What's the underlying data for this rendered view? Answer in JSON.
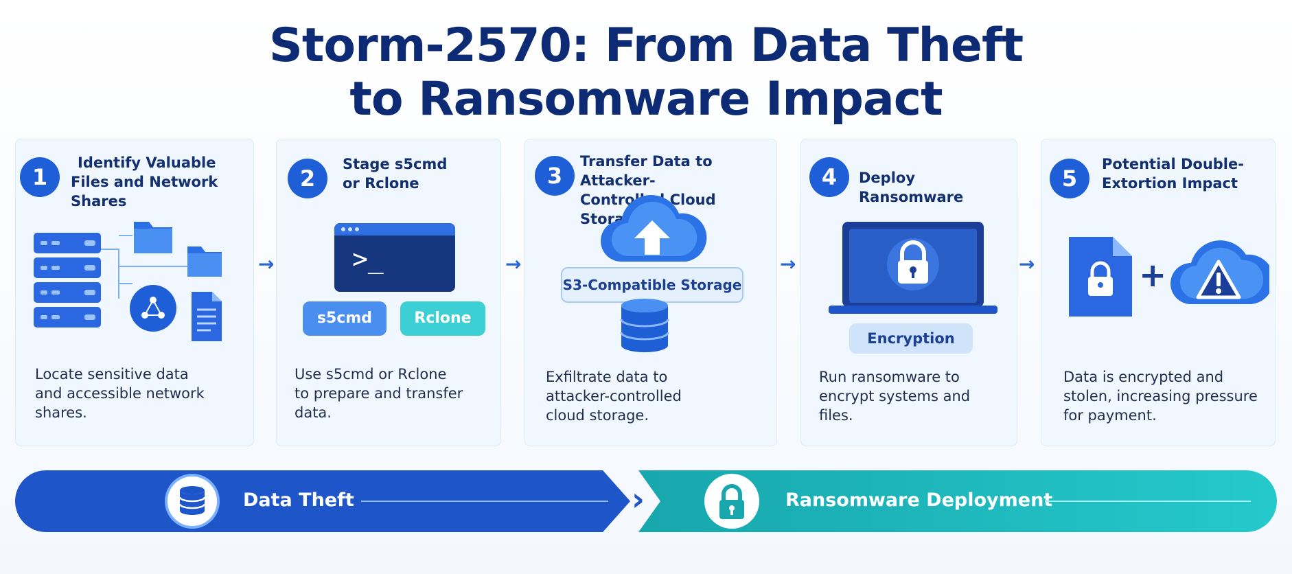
{
  "title": {
    "line1": "Storm-2570: From Data Theft",
    "line2": "to Ransomware Impact"
  },
  "steps": [
    {
      "number": "1",
      "title_line1": "Identify Valuable",
      "title_line2": "Files and Network Shares",
      "desc_line1": "Locate sensitive data",
      "desc_line2": "and accessible network",
      "desc_line3": "shares.",
      "icons": [
        "server-rack-icon",
        "folder-icon",
        "network-node-icon",
        "document-icon"
      ]
    },
    {
      "number": "2",
      "title_line1": "Stage s5cmd",
      "title_line2": "or Rclone",
      "terminal_prompt": ">_",
      "tool1": "s5cmd",
      "tool2": "Rclone",
      "desc_line1": "Use s5cmd or Rclone",
      "desc_line2": "to prepare and transfer",
      "desc_line3": "data."
    },
    {
      "number": "3",
      "title_line1": "Transfer Data to Attacker-",
      "title_line2": "Controlled Cloud Storage",
      "storage_label": "S3-Compatible Storage",
      "desc_line1": "Exfiltrate data to",
      "desc_line2": "attacker-controlled",
      "desc_line3": "cloud storage."
    },
    {
      "number": "4",
      "title_line1": "Deploy Ransomware",
      "encryption_label": "Encryption",
      "desc_line1": "Run ransomware to",
      "desc_line2": "encrypt systems and",
      "desc_line3": "files."
    },
    {
      "number": "5",
      "title_line1": "Potential Double-",
      "title_line2": "Extortion Impact",
      "plus": "+",
      "desc_line1": "Data is encrypted and",
      "desc_line2": "stolen, increasing pressure",
      "desc_line3": "for payment."
    }
  ],
  "arrow_glyph": "→",
  "phases": {
    "left_label": "Data Theft",
    "right_label": "Ransomware Deployment",
    "separator": "›"
  },
  "colors": {
    "title": "#0d2a75",
    "badge": "#1e5fd8",
    "phase_left": "#1e55c9",
    "phase_right": "#1ec2c8",
    "card_bg": "#f1f7fe"
  }
}
